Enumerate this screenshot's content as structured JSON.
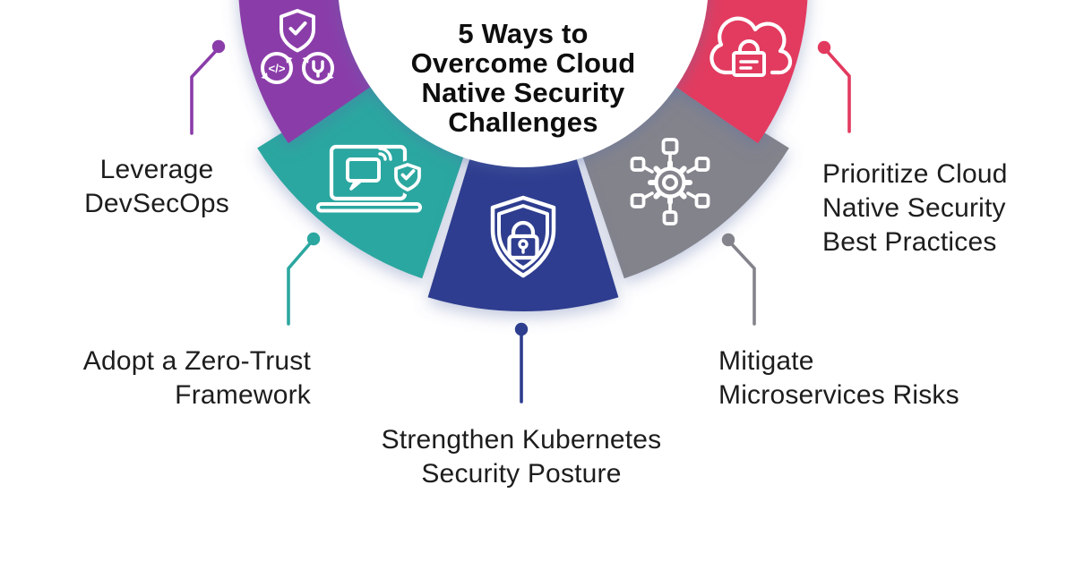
{
  "title": {
    "lines": [
      "5 Ways to",
      "Overcome Cloud",
      "Native Security",
      "Challenges"
    ]
  },
  "colors": {
    "background": "#FFFFFF",
    "label_text": "#1D1D1D",
    "title_text": "#0E0E0E",
    "icon_stroke": "#FFFFFF"
  },
  "items": [
    {
      "name": "leverage-devsecops",
      "color": "#8A3CA9",
      "icon": "devsecops-shield-cycles-icon",
      "label_lines": [
        "Leverage",
        "DevSecOps"
      ],
      "code_glyph": "</>"
    },
    {
      "name": "adopt-zero-trust",
      "color": "#2BA7A0",
      "icon": "laptop-chat-shield-icon",
      "label_lines": [
        "Adopt a Zero-Trust",
        "Framework"
      ]
    },
    {
      "name": "strengthen-kubernetes",
      "color": "#2D3E8F",
      "icon": "shield-padlock-icon",
      "label_lines": [
        "Strengthen Kubernetes",
        "Security Posture"
      ]
    },
    {
      "name": "mitigate-microservices",
      "color": "#83838C",
      "icon": "gear-network-icon",
      "label_lines": [
        "Mitigate",
        "Microservices Risks"
      ]
    },
    {
      "name": "prioritize-best-practices",
      "color": "#E23A5F",
      "icon": "cloud-padlock-icon",
      "label_lines": [
        "Prioritize Cloud",
        "Native Security",
        "Best Practices"
      ]
    }
  ]
}
